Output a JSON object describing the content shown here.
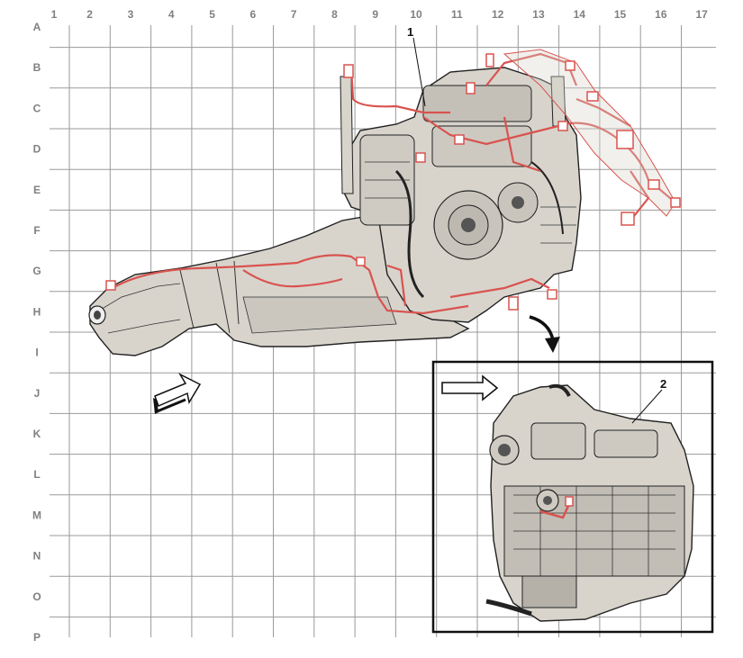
{
  "grid": {
    "columns": [
      "1",
      "2",
      "3",
      "4",
      "5",
      "6",
      "7",
      "8",
      "9",
      "10",
      "11",
      "12",
      "13",
      "14",
      "15",
      "16",
      "17"
    ],
    "rows": [
      "A",
      "B",
      "C",
      "D",
      "E",
      "F",
      "G",
      "H",
      "I",
      "J",
      "K",
      "L",
      "M",
      "N",
      "O",
      "P"
    ]
  },
  "callouts": {
    "main": "1",
    "inset": "2"
  },
  "colors": {
    "grid": "#9a9a9a",
    "labels": "#808080",
    "harness": "#d9534f",
    "component_fill": "#d8d4cc",
    "outline": "#222222"
  },
  "icons": {
    "direction_arrow_main": "view-direction-arrow-icon",
    "direction_arrow_inset": "view-direction-arrow-icon",
    "pointer_arrow": "curved-pointer-arrow-icon"
  }
}
